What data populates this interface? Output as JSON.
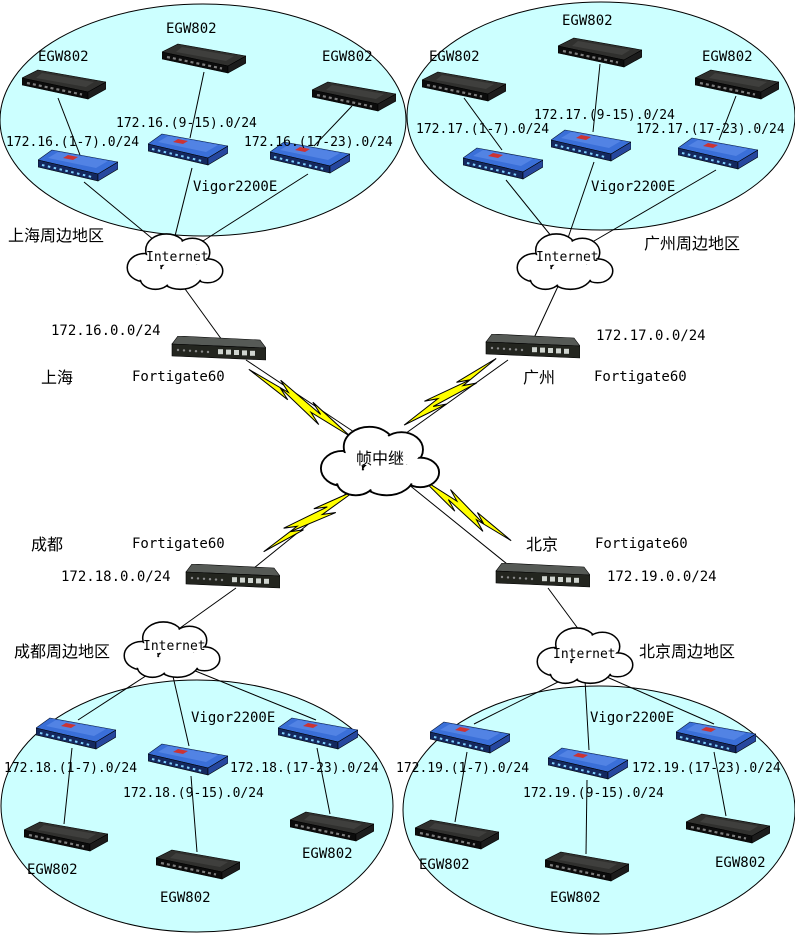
{
  "colors": {
    "region_fill": "#ccffff",
    "bolt_fill": "#ffff00",
    "cloud_fill": "#ffffff",
    "line_color": "#000000"
  },
  "core": {
    "frame_relay": "帧中继"
  },
  "regions": {
    "shanghai": {
      "area": "上海周边地区",
      "city": "上海",
      "firewall": "Fortigate60",
      "wan": "172.16.0.0/24",
      "internet": "Internet",
      "switch": "EGW802",
      "router": "Vigor2200E",
      "subnets": [
        "172.16.(1-7).0/24",
        "172.16.(9-15).0/24",
        "172.16.(17-23).0/24"
      ]
    },
    "guangzhou": {
      "area": "广州周边地区",
      "city": "广州",
      "firewall": "Fortigate60",
      "wan": "172.17.0.0/24",
      "internet": "Internet",
      "switch": "EGW802",
      "router": "Vigor2200E",
      "subnets": [
        "172.17.(1-7).0/24",
        "172.17.(9-15).0/24",
        "172.17.(17-23).0/24"
      ]
    },
    "chengdu": {
      "area": "成都周边地区",
      "city": "成都",
      "firewall": "Fortigate60",
      "wan": "172.18.0.0/24",
      "internet": "Internet",
      "switch": "EGW802",
      "router": "Vigor2200E",
      "subnets": [
        "172.18.(1-7).0/24",
        "172.18.(9-15).0/24",
        "172.18.(17-23).0/24"
      ]
    },
    "beijing": {
      "area": "北京周边地区",
      "city": "北京",
      "firewall": "Fortigate60",
      "wan": "172.19.0.0/24",
      "internet": "Internet",
      "switch": "EGW802",
      "router": "Vigor2200E",
      "subnets": [
        "172.19.(1-7).0/24",
        "172.19.(9-15).0/24",
        "172.19.(17-23).0/24"
      ]
    }
  }
}
